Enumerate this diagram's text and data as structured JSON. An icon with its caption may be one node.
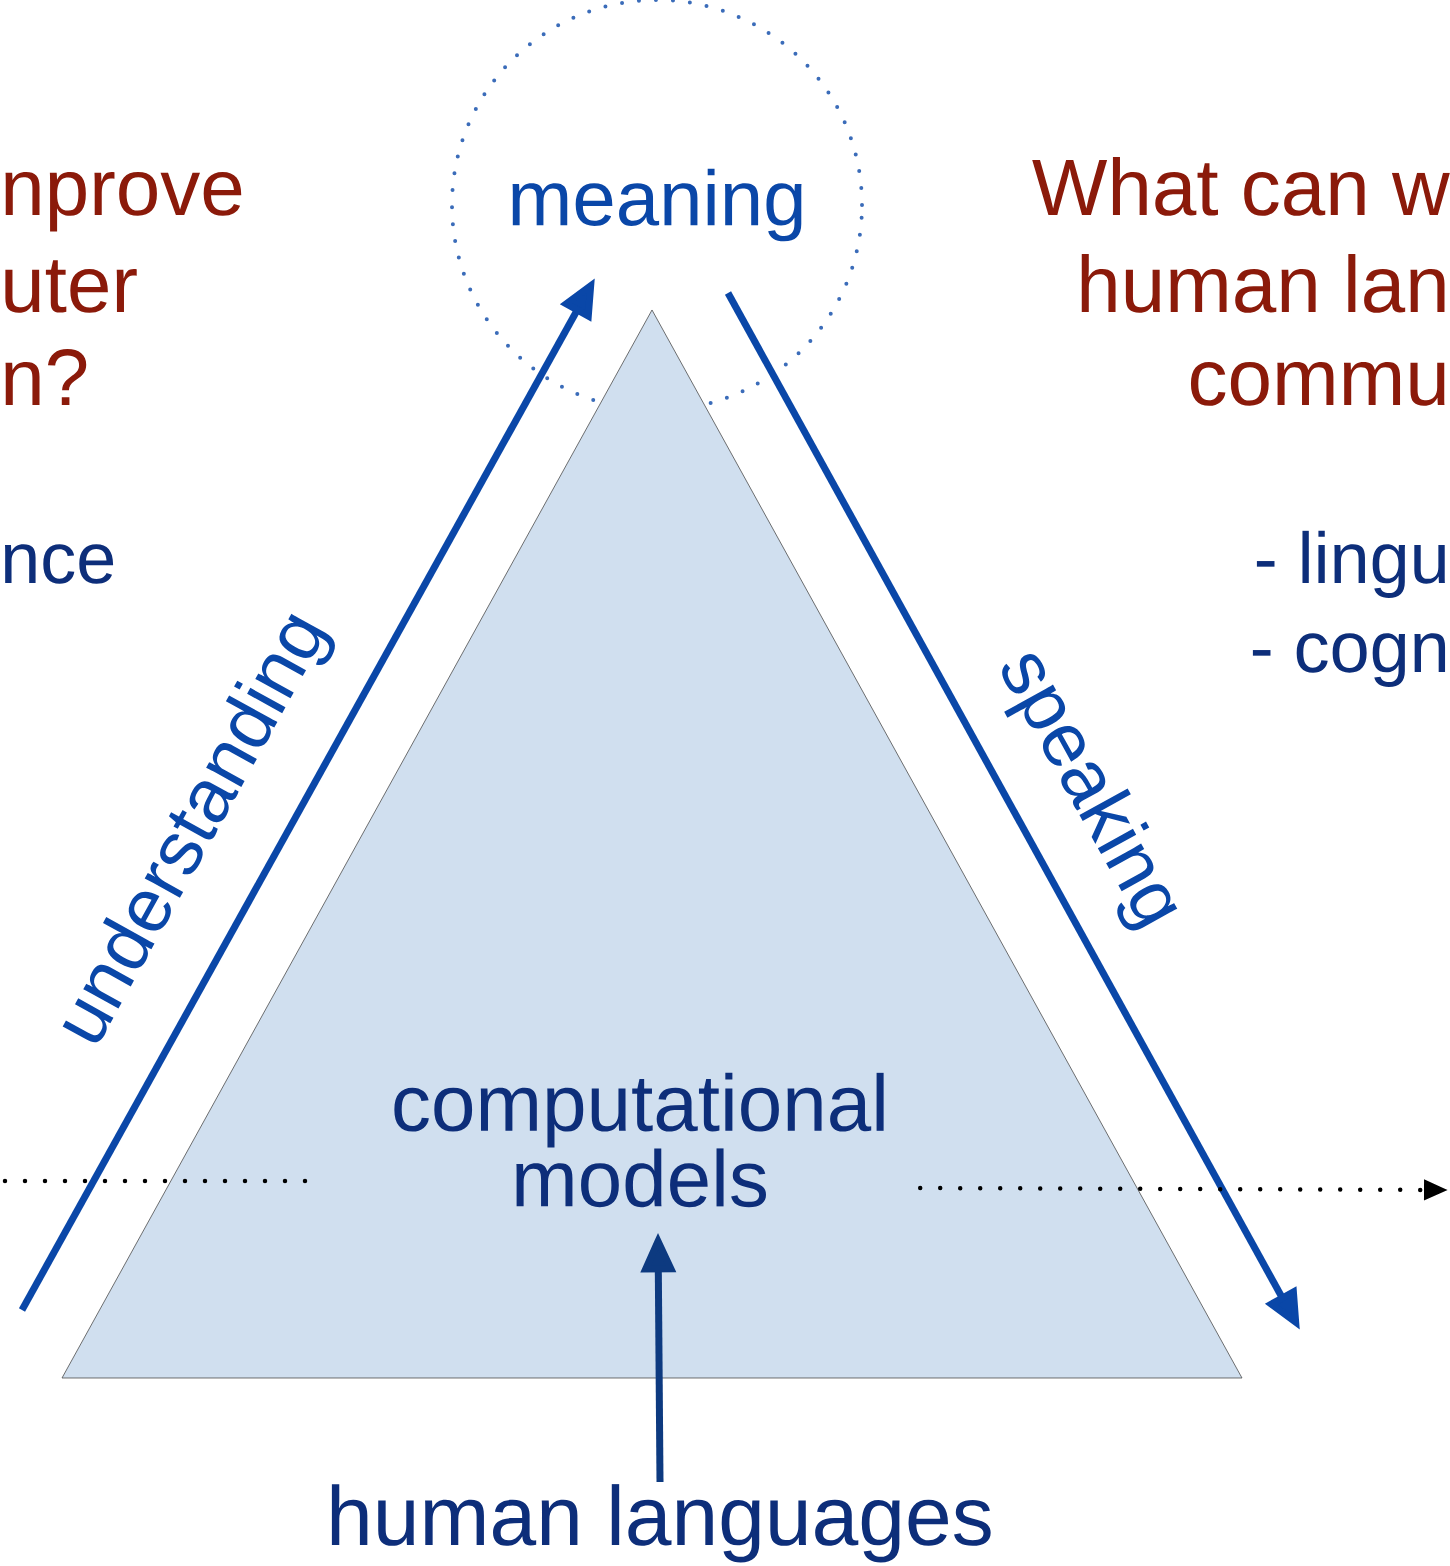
{
  "diagram": {
    "nodes": [
      {
        "text": [
          "meaning"
        ]
      },
      {
        "text": [
          "computational models"
        ]
      },
      {
        "text": [
          "human languages"
        ]
      }
    ],
    "edges": [
      {
        "from": null,
        "to": 0,
        "arrow": "to",
        "label": "understanding"
      },
      {
        "from": 0,
        "to": null,
        "arrow": "to",
        "label": "speaking"
      },
      {
        "from": 2,
        "to": 1,
        "arrow": "to",
        "color": "#0d3a80"
      },
      {
        "from": null,
        "to": 1,
        "arrow": "none",
        "style": "dashed",
        "color": "#000000"
      },
      {
        "from": 1,
        "to": null,
        "arrow": "to",
        "style": "dashed",
        "color": "#000000"
      }
    ],
    "labels": [
      "nprove",
      "uter",
      "n?",
      "nce",
      "What can w",
      "human lan",
      "commu",
      "- lingu",
      "- cogn"
    ]
  }
}
